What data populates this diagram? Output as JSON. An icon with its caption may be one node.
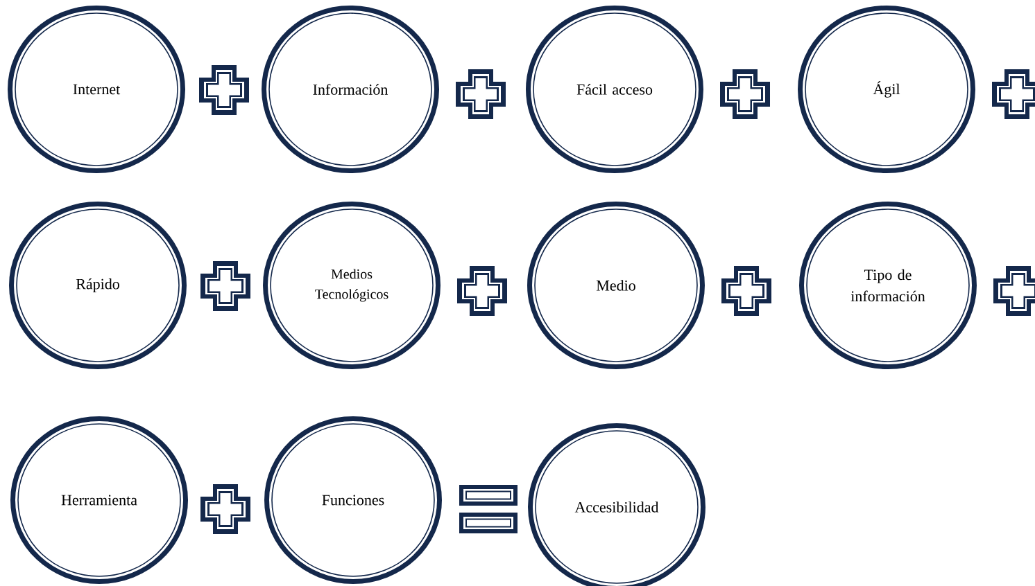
{
  "diagram": {
    "nodes": [
      {
        "text": [
          "Internet"
        ]
      },
      {
        "text": [
          "Información"
        ]
      },
      {
        "text": [
          "Fácil acceso"
        ]
      },
      {
        "text": [
          "Ágil"
        ]
      },
      {
        "text": [
          "Rápido"
        ]
      },
      {
        "text": [
          "Medios Tecnológicos"
        ]
      },
      {
        "text": [
          "Medio"
        ]
      },
      {
        "text": [
          "Tipo de información"
        ]
      },
      {
        "text": [
          "Herramienta"
        ]
      },
      {
        "text": [
          "Funciones"
        ]
      },
      {
        "text": [
          "Accesibilidad"
        ]
      }
    ]
  }
}
